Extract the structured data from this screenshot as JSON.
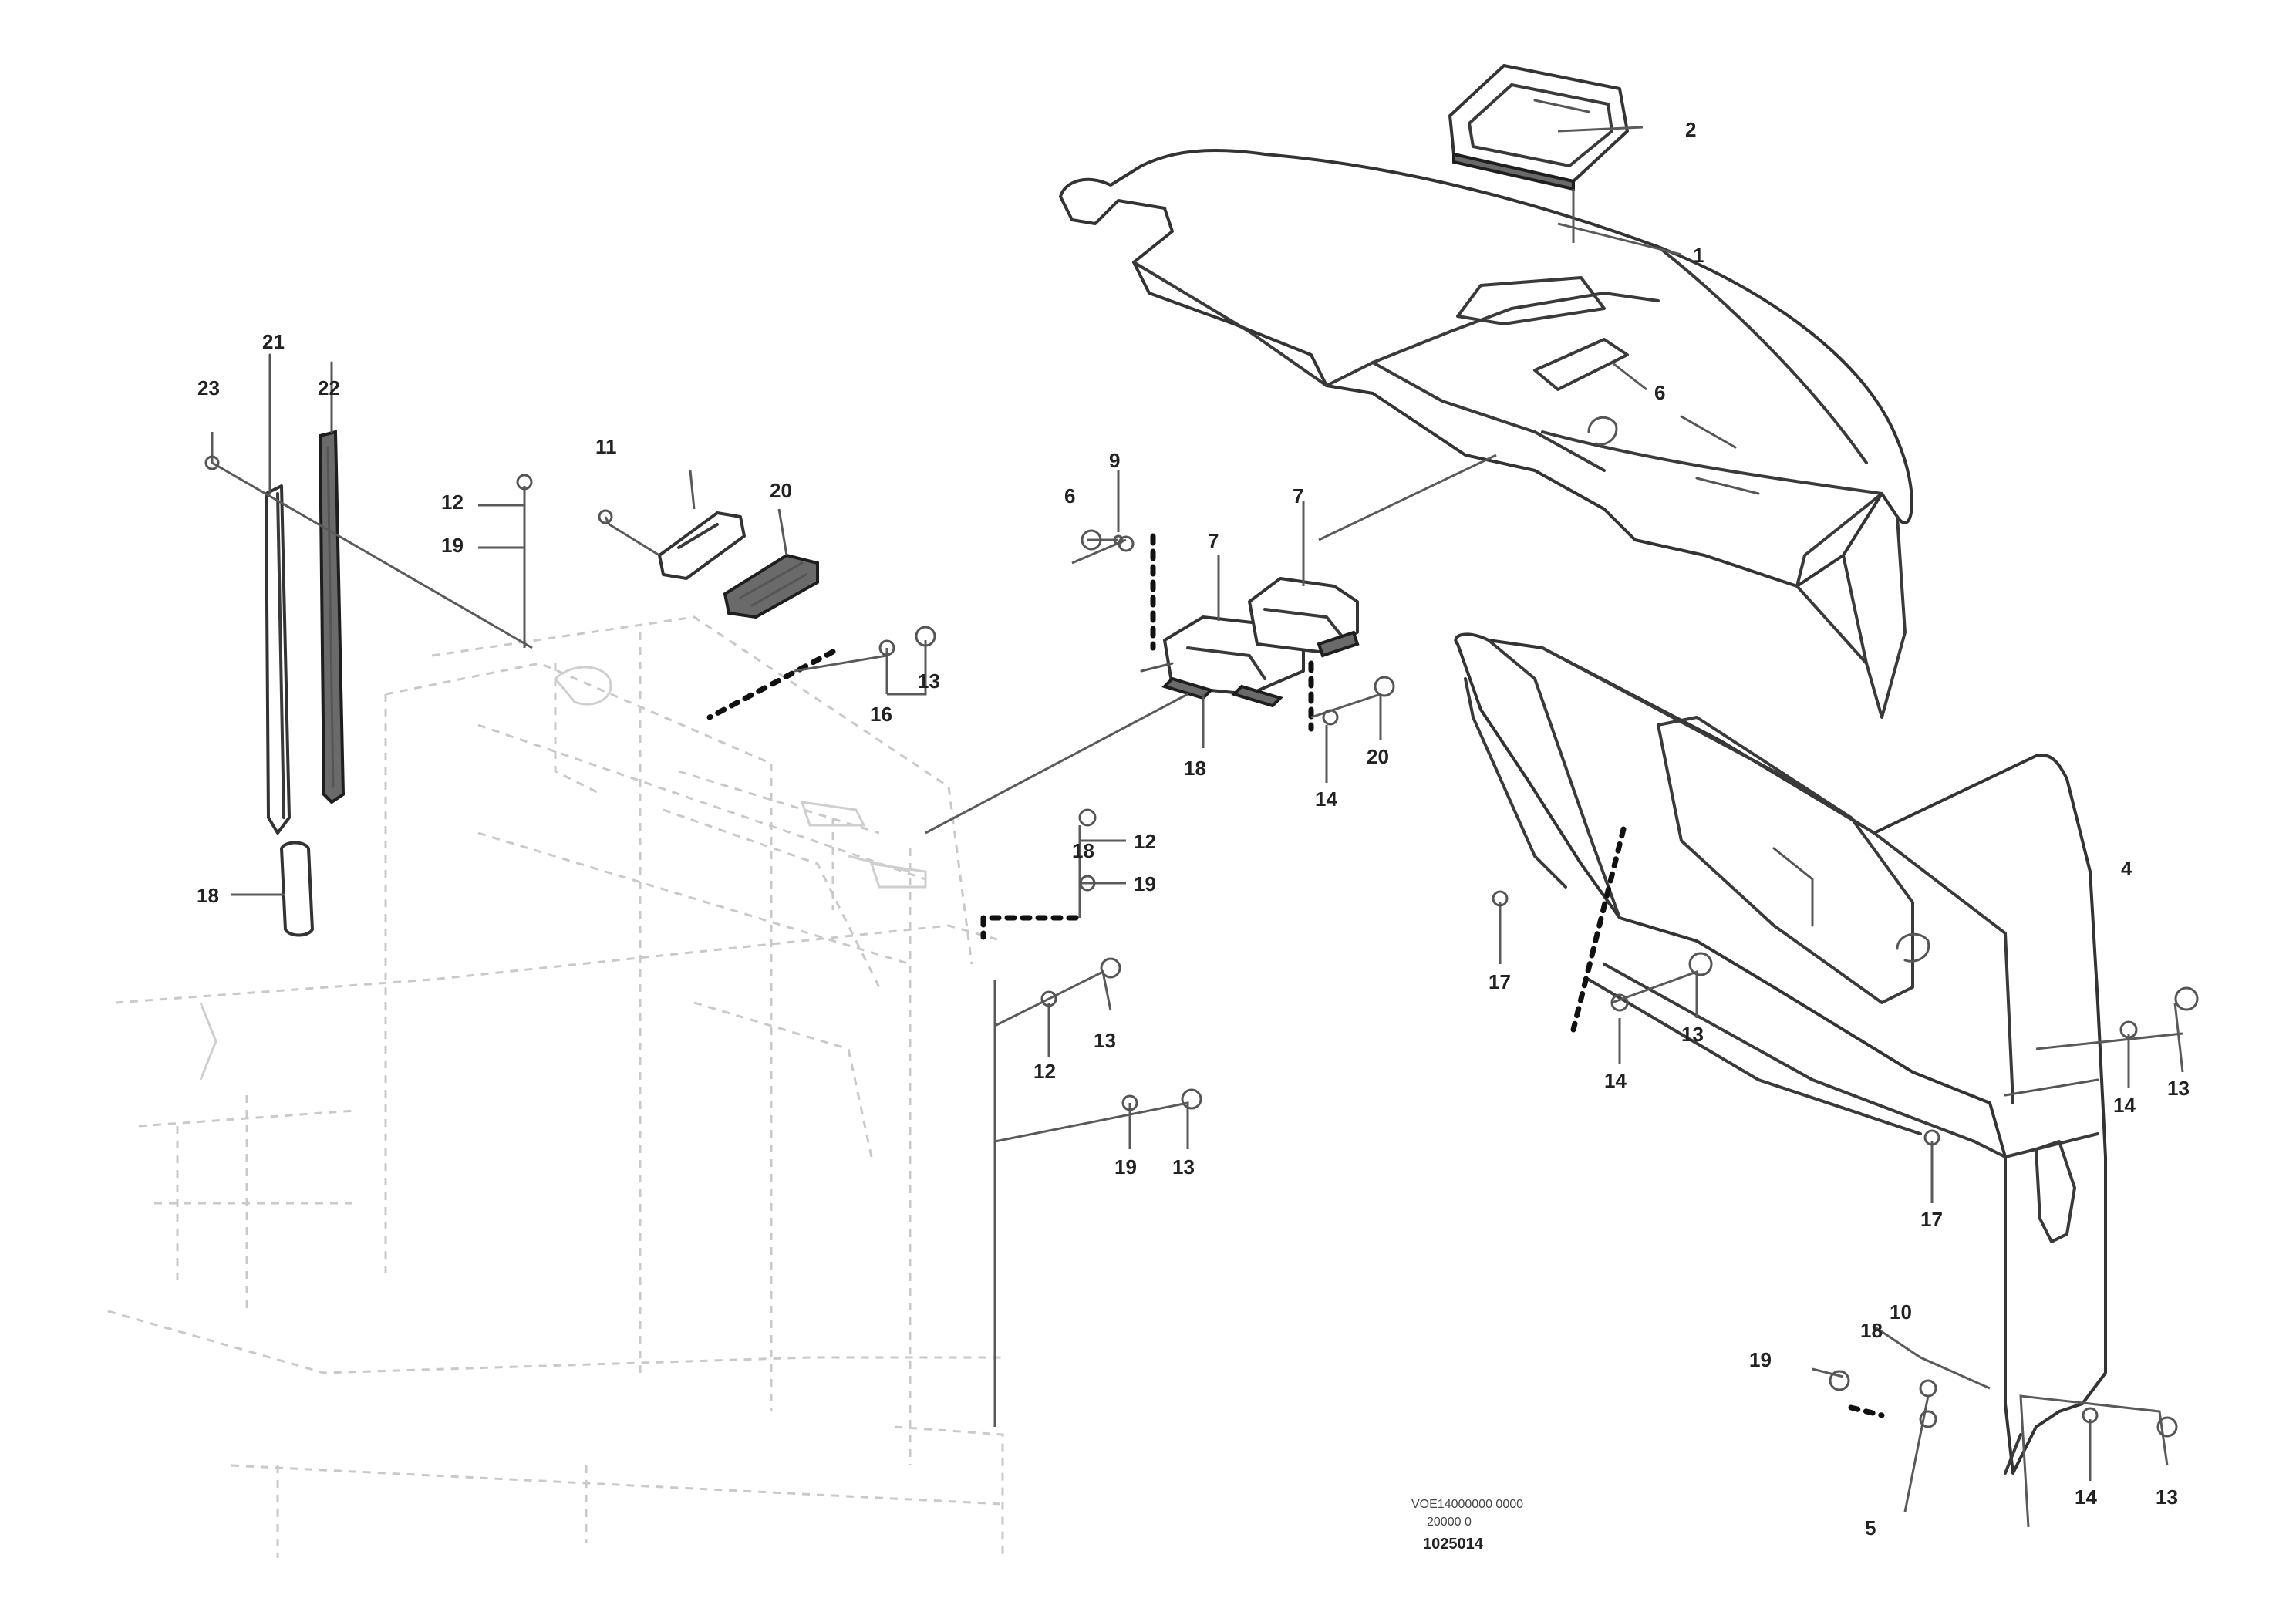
{
  "callouts": {
    "c2": "2",
    "c1": "1",
    "c6a": "6",
    "c9": "9",
    "c6b": "6",
    "c7a": "7",
    "c7b": "7",
    "c4": "4",
    "c21": "21",
    "c22": "22",
    "c23": "23",
    "c12a": "12",
    "c19a": "19",
    "c18a": "18",
    "c11a": "11",
    "c20a": "20",
    "c13a": "13",
    "c16a": "16",
    "c18b": "18",
    "c20b": "20",
    "c14a": "14",
    "c18c": "18",
    "c12b": "12",
    "c19b": "19",
    "c13b": "13",
    "c12c": "12",
    "c19c": "19",
    "c13c": "13",
    "c17a": "17",
    "c13d": "13",
    "c14b": "14",
    "c14c": "14",
    "c13e": "13",
    "c17b": "17",
    "c19d": "19",
    "c18d": "18",
    "c14d": "14",
    "c13f": "13",
    "c5": "5",
    "c10": "10"
  },
  "reference": {
    "line1": "VOE14000000 0000",
    "line2": "20000 0",
    "drawing_id": "1025014"
  }
}
